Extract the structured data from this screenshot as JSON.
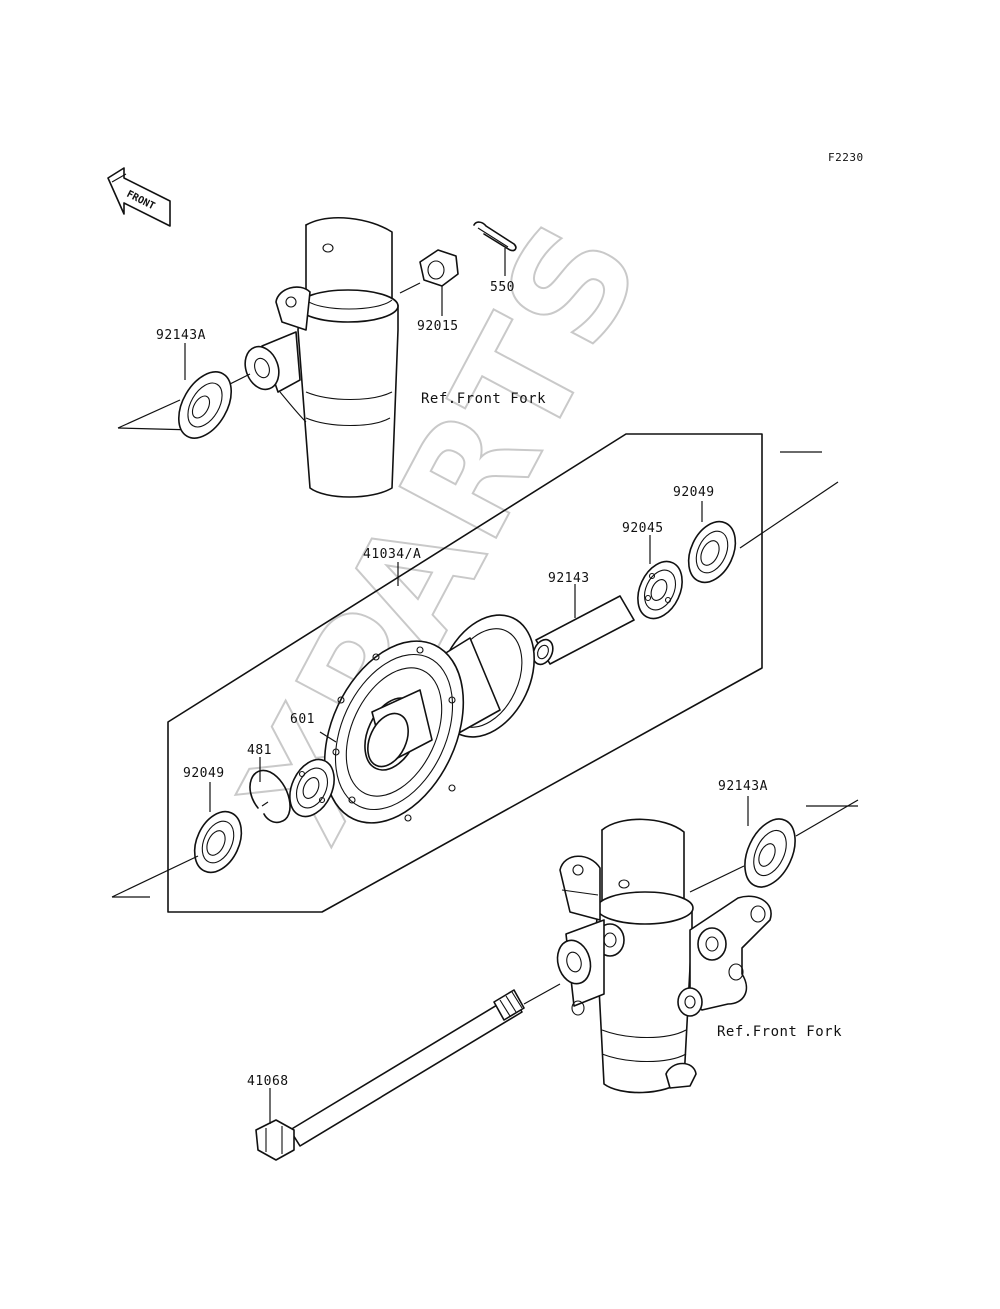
{
  "figure_id": "F2230",
  "front_marker": {
    "text": "FRONT",
    "icon": "front-arrow-icon"
  },
  "watermark": {
    "text": "XPARTS"
  },
  "references": {
    "upper_fork": "Ref.Front Fork",
    "lower_fork": "Ref.Front Fork"
  },
  "parts": {
    "cotter_pin": "550",
    "axle_nut": "92015",
    "upper_collar": "92143A",
    "lower_collar": "92143A",
    "hub_assembly": "41034/A",
    "right_seal": "92049",
    "right_bearing": "92045",
    "distance_collar": "92143",
    "brake_disc_area": "601",
    "circlip": "481",
    "left_seal": "92049",
    "axle": "41068"
  }
}
